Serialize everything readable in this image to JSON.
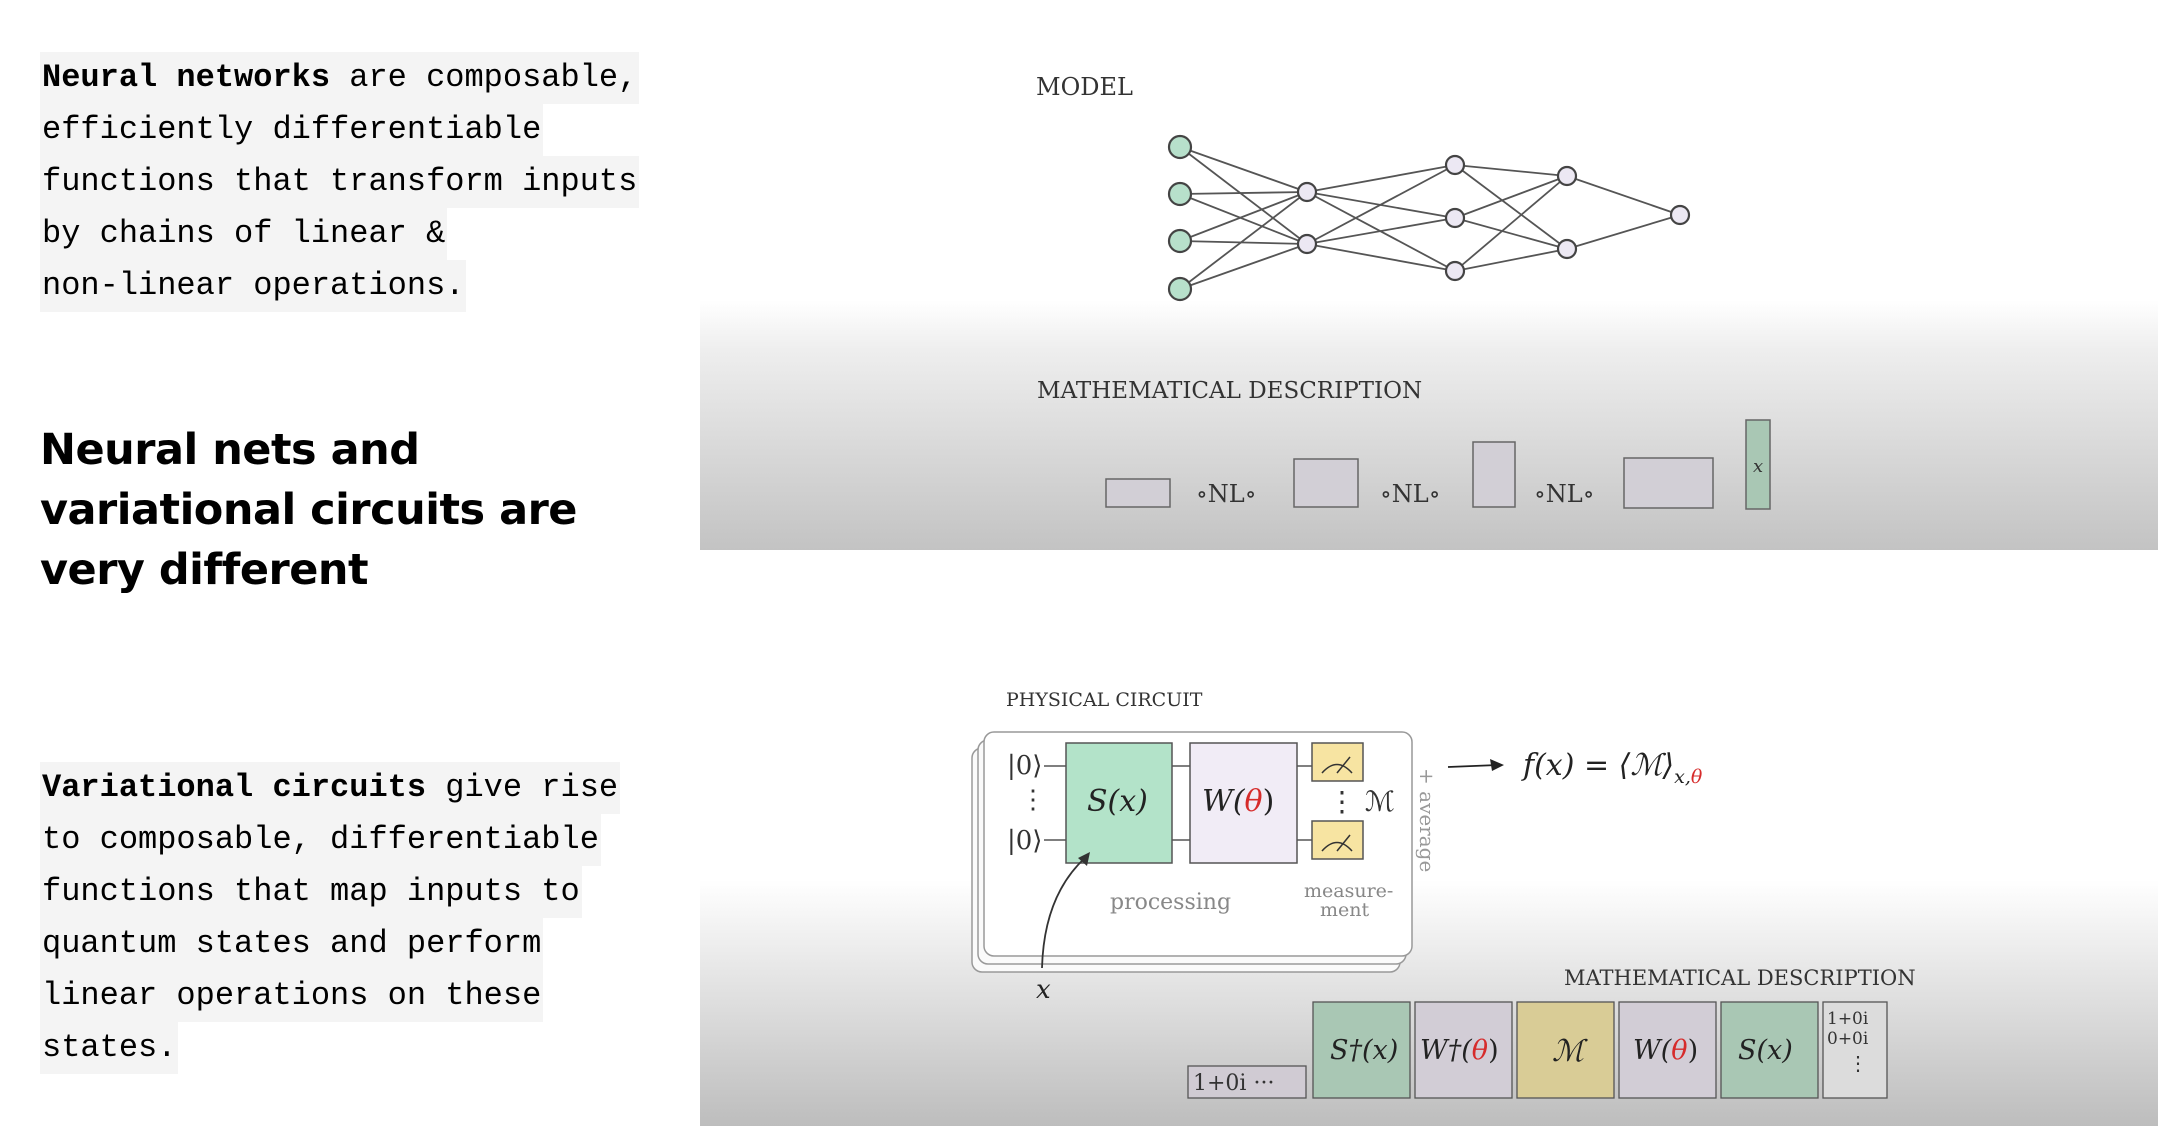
{
  "left": {
    "top_paragraph": {
      "lines": [
        {
          "bold": "Neural networks",
          "text": " are composable,"
        },
        {
          "bold": "",
          "text": "efficiently differentiable"
        },
        {
          "bold": "",
          "text": "functions that transform inputs"
        },
        {
          "bold": "",
          "text": "by chains of linear &"
        },
        {
          "bold": "",
          "text": "non-linear operations."
        }
      ]
    },
    "heading": {
      "lines": [
        "Neural nets and",
        "variational circuits are",
        "very different"
      ]
    },
    "bottom_paragraph": {
      "lines": [
        {
          "bold": "Variational circuits",
          "text": " give rise"
        },
        {
          "bold": "",
          "text": "to composable, differentiable"
        },
        {
          "bold": "",
          "text": "functions that map inputs to"
        },
        {
          "bold": "",
          "text": "quantum states and perform"
        },
        {
          "bold": "",
          "text": "linear operations on these"
        },
        {
          "bold": "",
          "text": "states."
        }
      ]
    }
  },
  "top_diagram": {
    "model_label": "MODEL",
    "math_label": "MATHEMATICAL DESCRIPTION",
    "nl_labels": [
      "∘NL∘",
      "∘NL∘",
      "∘NL∘"
    ],
    "vector_label": "x",
    "colors": {
      "input_node": "#b7e0cb",
      "hidden_node": "#ece8f3",
      "matrix": "#d2cfd6",
      "vector": "#a9c7b4"
    }
  },
  "bottom_diagram": {
    "physical_label": "PHYSICAL CIRCUIT",
    "ket_top": "|0⟩",
    "ket_dots": "⋮",
    "ket_bottom": "|0⟩",
    "encoding_gate": "S(x)",
    "variational_gate_prefix": "W(",
    "variational_gate_theta": "θ",
    "variational_gate_suffix": ")",
    "measurement_symbol": "⋮ ℳ",
    "average_label": "+ average",
    "processing_label": "processing",
    "measurement_label_1": "measure-",
    "measurement_label_2": "ment",
    "output_formula_prefix": "f(x) = ⟨ℳ⟩",
    "output_formula_sub": "x,",
    "output_formula_theta": "θ",
    "input_label": "x",
    "math_label": "MATHEMATICAL DESCRIPTION",
    "row_vector": "1+0i ···",
    "column_vector": [
      "1+0i",
      "0+0i",
      "⋮"
    ],
    "matrix_blocks": [
      {
        "prefix": "S†(x)",
        "theta": "",
        "suffix": ""
      },
      {
        "prefix": "W†(",
        "theta": "θ",
        "suffix": ")"
      },
      {
        "prefix": "ℳ",
        "theta": "",
        "suffix": ""
      },
      {
        "prefix": "W(",
        "theta": "θ",
        "suffix": ")"
      },
      {
        "prefix": "S(x)",
        "theta": "",
        "suffix": ""
      }
    ],
    "colors": {
      "encoding": "#b3e3c9",
      "variational": "#f1ecf6",
      "measure": "#f7e4a2",
      "theta": "#d62b2b",
      "block_green": "#a9c7b4",
      "block_purple": "#d2cdd6",
      "block_yellow": "#d9cc96"
    }
  }
}
